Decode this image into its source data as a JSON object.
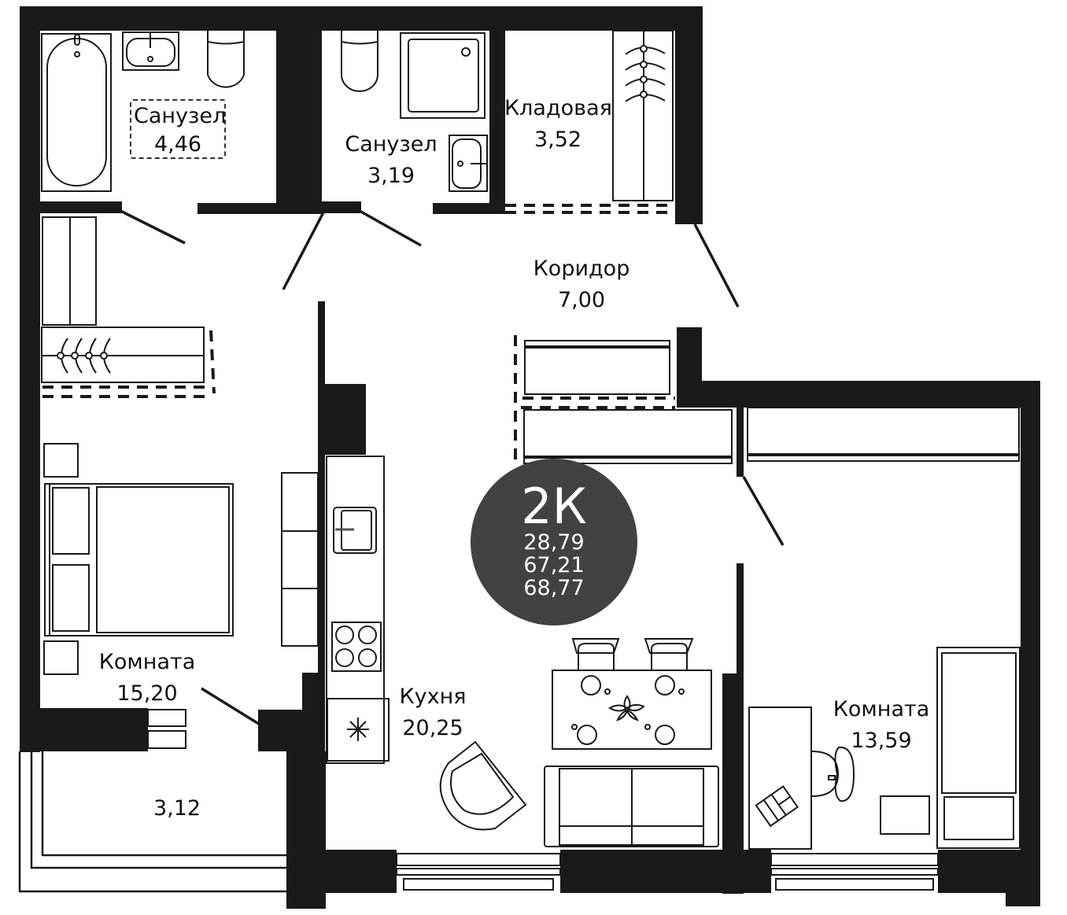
{
  "plan": {
    "apartment_type": "2К",
    "areas": {
      "living": "28,79",
      "total": "67,21",
      "total_with_balcony": "68,77"
    },
    "badge_color": "#424242",
    "wall_color": "#1a1a1a"
  },
  "rooms": [
    {
      "id": "bathroom-1",
      "name": "Санузел",
      "area": "4,46"
    },
    {
      "id": "bathroom-2",
      "name": "Санузел",
      "area": "3,19"
    },
    {
      "id": "storage",
      "name": "Кладовая",
      "area": "3,52"
    },
    {
      "id": "corridor",
      "name": "Коридор",
      "area": "7,00"
    },
    {
      "id": "room-1",
      "name": "Комната",
      "area": "15,20"
    },
    {
      "id": "balcony",
      "name": "",
      "area": "3,12"
    },
    {
      "id": "kitchen",
      "name": "Кухня",
      "area": "20,25"
    },
    {
      "id": "room-2",
      "name": "Комната",
      "area": "13,59"
    }
  ]
}
